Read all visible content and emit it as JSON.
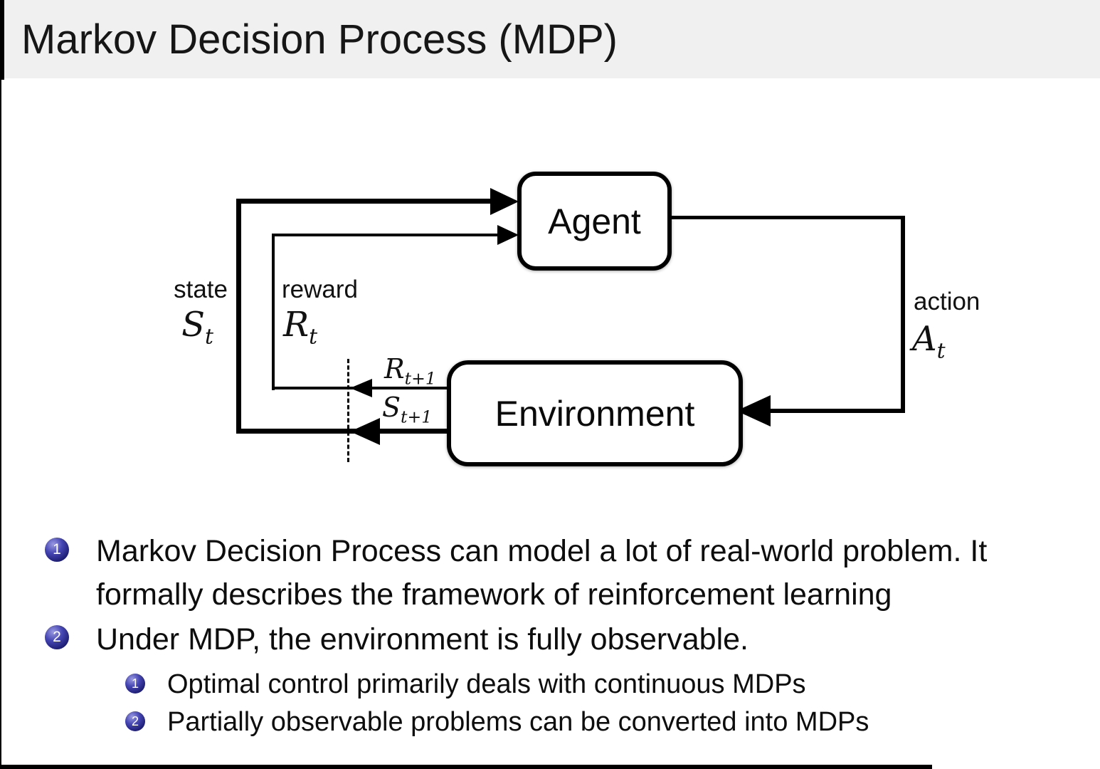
{
  "title": "Markov Decision Process (MDP)",
  "colors": {
    "title_bar_bg": "#f0f0f0",
    "line_black": "#000000",
    "bullet_ball_blue": "#2e2e9e"
  },
  "diagram": {
    "agent_label": "Agent",
    "environment_label": "Environment",
    "state": {
      "label": "state",
      "symbol": "S",
      "sub": "t"
    },
    "reward": {
      "label": "reward",
      "symbol": "R",
      "sub": "t"
    },
    "action": {
      "label": "action",
      "symbol": "A",
      "sub": "t"
    },
    "reward_next": {
      "symbol": "R",
      "sub": "t+1"
    },
    "state_next": {
      "symbol": "S",
      "sub": "t+1"
    }
  },
  "bullets": [
    {
      "number": "1",
      "line1": "Markov Decision Process can model a lot of real-world problem. It",
      "line2": "formally describes the framework of reinforcement learning"
    },
    {
      "number": "2",
      "line1": "Under MDP, the environment is fully observable."
    }
  ],
  "sub_bullets": [
    {
      "number": "1",
      "text": "Optimal control primarily deals with continuous MDPs"
    },
    {
      "number": "2",
      "text": "Partially observable problems can be converted into MDPs"
    }
  ]
}
